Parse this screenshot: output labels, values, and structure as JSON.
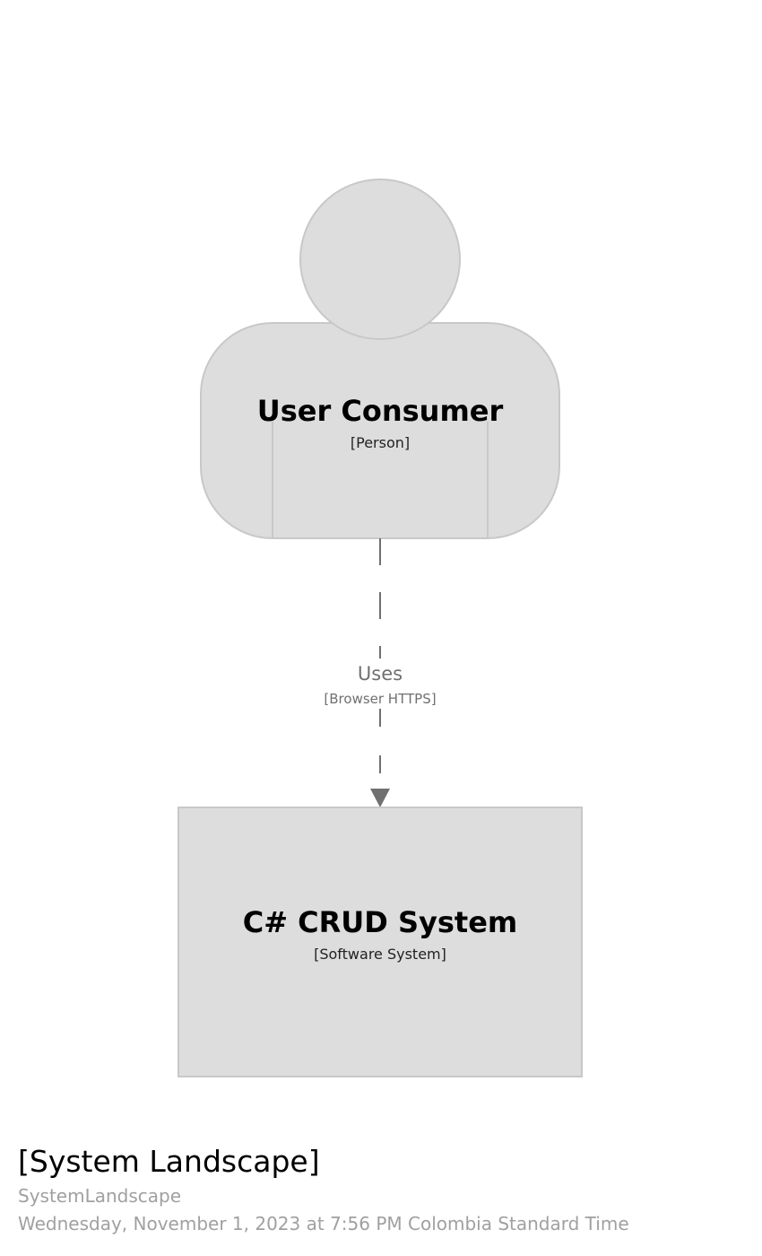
{
  "diagram": {
    "elements": {
      "person": {
        "name": "User Consumer",
        "type_label": "[Person]",
        "shape": "person",
        "fill": "#dddddd",
        "stroke": "#c8c8c8"
      },
      "system": {
        "name": "C# CRUD System",
        "type_label": "[Software System]",
        "shape": "box",
        "fill": "#dddddd",
        "stroke": "#c8c8c8"
      }
    },
    "relationship": {
      "description": "Uses",
      "technology": "[Browser HTTPS]",
      "from": "User Consumer",
      "to": "C# CRUD System",
      "line_color": "#707070",
      "style": "dashed"
    }
  },
  "footer": {
    "view_title": "[System Landscape]",
    "view_key": "SystemLandscape",
    "generated": "Wednesday, November 1, 2023 at 7:56 PM Colombia Standard Time"
  }
}
